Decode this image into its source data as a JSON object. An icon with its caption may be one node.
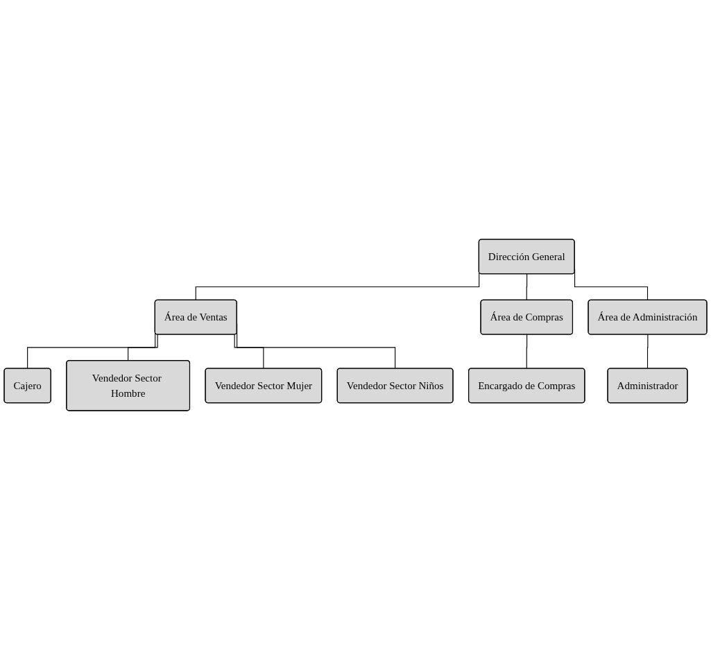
{
  "diagram": {
    "nodes": [
      {
        "text": [
          "Dirección General"
        ]
      },
      {
        "text": [
          "Área de Ventas"
        ]
      },
      {
        "text": [
          "Área de Compras"
        ]
      },
      {
        "text": [
          "Área de Administración"
        ]
      },
      {
        "text": [
          "Cajero"
        ]
      },
      {
        "text": [
          "Vendedor Sector Hombre"
        ]
      },
      {
        "text": [
          "Vendedor Sector Mujer"
        ]
      },
      {
        "text": [
          "Vendedor Sector Niños"
        ]
      },
      {
        "text": [
          "Encargado de Compras"
        ]
      },
      {
        "text": [
          "Administrador"
        ]
      }
    ],
    "edges": [
      {
        "from": 0,
        "to": 1,
        "arrow": "none"
      },
      {
        "from": 0,
        "to": 2,
        "arrow": "none"
      },
      {
        "from": 0,
        "to": 3,
        "arrow": "none"
      },
      {
        "from": 1,
        "to": 4,
        "arrow": "none"
      },
      {
        "from": 1,
        "to": 5,
        "arrow": "none"
      },
      {
        "from": 1,
        "to": 6,
        "arrow": "none"
      },
      {
        "from": 1,
        "to": 7,
        "arrow": "none"
      },
      {
        "from": 2,
        "to": 8,
        "arrow": "none"
      },
      {
        "from": 3,
        "to": 9,
        "arrow": "none"
      }
    ]
  }
}
